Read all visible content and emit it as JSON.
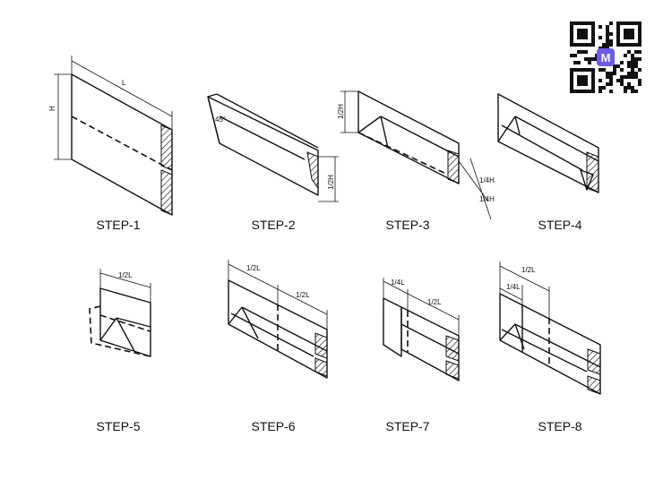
{
  "steps": [
    {
      "label": "STEP-1"
    },
    {
      "label": "STEP-2"
    },
    {
      "label": "STEP-3"
    },
    {
      "label": "STEP-4"
    },
    {
      "label": "STEP-5"
    },
    {
      "label": "STEP-6"
    },
    {
      "label": "STEP-7"
    },
    {
      "label": "STEP-8"
    }
  ],
  "dimensions": {
    "s1_length": "L",
    "s1_height": "H",
    "s2_angle": "45°",
    "s2_height": "1/2H",
    "s3_height": "1/2H",
    "s3_quarter_a": "1/4H",
    "s3_quarter_b": "1/4H",
    "s5_half": "1/2L",
    "s6_half_a": "1/2L",
    "s6_half_b": "1/2L",
    "s7_quarter": "1/4L",
    "s7_half": "1/2L",
    "s8_quarter": "1/4L",
    "s8_half": "1/2L"
  },
  "colors": {
    "line": "#111111",
    "background": "#ffffff",
    "qr_badge": "#6c5ce7"
  },
  "icons": {
    "qr": "qr-code-icon"
  }
}
